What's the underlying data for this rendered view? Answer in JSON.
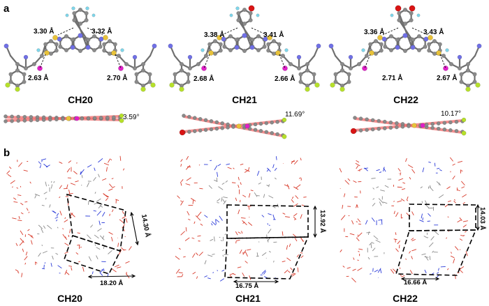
{
  "panels": {
    "a": {
      "letter": "a",
      "molecules": [
        {
          "label": "CH20",
          "contact_top_left": "3.30 Å",
          "contact_top_right": "3.32 Å",
          "contact_bottom_left": "2.63 Å",
          "contact_bottom_right": "2.70 Å",
          "dihedral": "3.59°",
          "cl_count": 0
        },
        {
          "label": "CH21",
          "contact_top_left": "3.38 Å",
          "contact_top_right": "3.41 Å",
          "contact_bottom_left": "2.68 Å",
          "contact_bottom_right": "2.66 Å",
          "dihedral": "11.69°",
          "cl_count": 1
        },
        {
          "label": "CH22",
          "contact_top_left": "3.36 Å",
          "contact_top_right": "3.43 Å",
          "contact_bottom_left": "2.71 Å",
          "contact_bottom_right": "2.67 Å",
          "dihedral": "10.17°",
          "cl_count": 2
        }
      ]
    },
    "b": {
      "letter": "b",
      "packings": [
        {
          "label": "CH20",
          "cell_a": "18.20 Å",
          "cell_b": "14.30 Å"
        },
        {
          "label": "CH21",
          "cell_a": "16.75 Å",
          "cell_b": "13.92 Å"
        },
        {
          "label": "CH22",
          "cell_a": "16.66 Å",
          "cell_b": "14.03 Å"
        }
      ]
    }
  },
  "colors": {
    "carbon": "#8a8a8a",
    "hydrogen": "#7fd6ea",
    "nitrogen": "#7070e6",
    "sulfur": "#e8c23a",
    "fluorine": "#b6e02a",
    "chlorine": "#d81414",
    "hbond_h": "#e020c8",
    "plane": "#f06a6a",
    "packing_red": "#d83a2a",
    "packing_blue": "#2a3ad8",
    "packing_grey": "#8a8a8a"
  }
}
